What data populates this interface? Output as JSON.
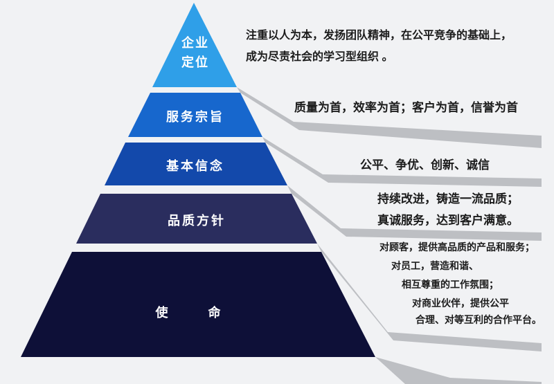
{
  "colors": {
    "background": "#f1f2f4",
    "shadow": "#bdbfc3",
    "label_text": "#ffffff",
    "description_text": "#1b1b1b"
  },
  "pyramid": {
    "levels": [
      {
        "id": "enterprise-positioning",
        "label": "企业定位",
        "label_lines": [
          "企业",
          "定位"
        ],
        "color": "#2f9fe8",
        "description_lines": [
          "注重以人为本，发扬团队精神，在公平竞争的基础上，",
          "成为尽责社会的学习型组织 。"
        ]
      },
      {
        "id": "service-tenet",
        "label": "服务宗旨",
        "color": "#1767cd",
        "description_lines": [
          "质量为首，效率为首；客户为首，信誉为首"
        ]
      },
      {
        "id": "basic-belief",
        "label": "基本信念",
        "color": "#1349ab",
        "description_lines": [
          "公平、争优、创新、诚信"
        ]
      },
      {
        "id": "quality-policy",
        "label": "品质方针",
        "color": "#2a2d5e",
        "description_lines": [
          "持续改进，铸造一流品质；",
          "真诚服务，达到客户满意。"
        ]
      },
      {
        "id": "mission",
        "label": "使　　　命",
        "color": "#0e1038",
        "description_lines": [
          "对顾客，提供高品质的产品和服务；",
          "对员工，营造和谐、",
          "相互尊重的工作氛围；",
          "对商业伙伴，提供公平",
          "合理、对等互利的合作平台。"
        ]
      }
    ]
  }
}
